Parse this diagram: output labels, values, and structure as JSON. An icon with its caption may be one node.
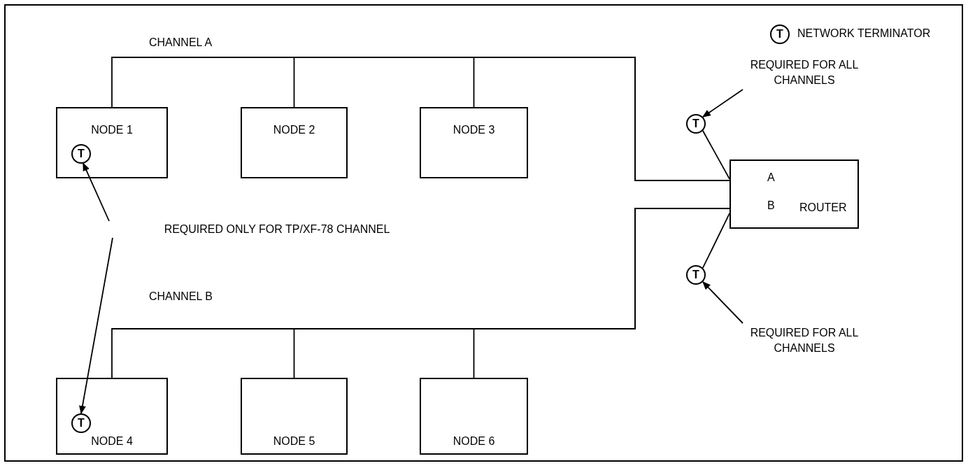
{
  "diagram": {
    "nodes": [
      {
        "text": [
          "NODE 1"
        ]
      },
      {
        "text": [
          "T"
        ],
        "in": 0
      },
      {
        "text": [
          "NODE 2"
        ]
      },
      {
        "text": [
          "NODE 3"
        ]
      },
      {
        "text": [
          "A",
          "B",
          "ROUTER"
        ]
      },
      {
        "text": [
          "T"
        ]
      },
      {
        "text": [
          "T"
        ]
      },
      {
        "text": [
          "NODE 4"
        ]
      },
      {
        "text": [
          "T"
        ],
        "in": 7
      },
      {
        "text": [
          "NODE 5"
        ]
      },
      {
        "text": [
          "NODE 6"
        ]
      },
      {
        "text": [
          "REQUIRED ONLY FOR TP/XF-78 CHANNEL"
        ]
      },
      {
        "text": [
          "REQUIRED FOR ALL CHANNELS"
        ]
      },
      {
        "text": [
          "REQUIRED FOR ALL CHANNELS"
        ]
      }
    ],
    "edges": [
      {
        "from": 4,
        "to": 0,
        "arrow": "none"
      },
      {
        "from": 4,
        "to": 2,
        "arrow": "none"
      },
      {
        "from": 4,
        "to": 3,
        "arrow": "none"
      },
      {
        "from": 4,
        "to": 7,
        "arrow": "none"
      },
      {
        "from": 4,
        "to": 9,
        "arrow": "none"
      },
      {
        "from": 4,
        "to": 10,
        "arrow": "none"
      },
      {
        "from": 5,
        "to": 4,
        "arrow": "none"
      },
      {
        "from": 6,
        "to": 4,
        "arrow": "none"
      },
      {
        "from": 11,
        "to": 1,
        "arrow": "to"
      },
      {
        "from": 11,
        "to": 8,
        "arrow": "to"
      },
      {
        "from": 12,
        "to": 5,
        "arrow": "to"
      },
      {
        "from": 13,
        "to": 6,
        "arrow": "to"
      }
    ],
    "labels": [
      "T",
      "CHANNEL A",
      "CHANNEL B"
    ],
    "legend": [
      {
        "text": "NETWORK TERMINATOR"
      }
    ]
  }
}
